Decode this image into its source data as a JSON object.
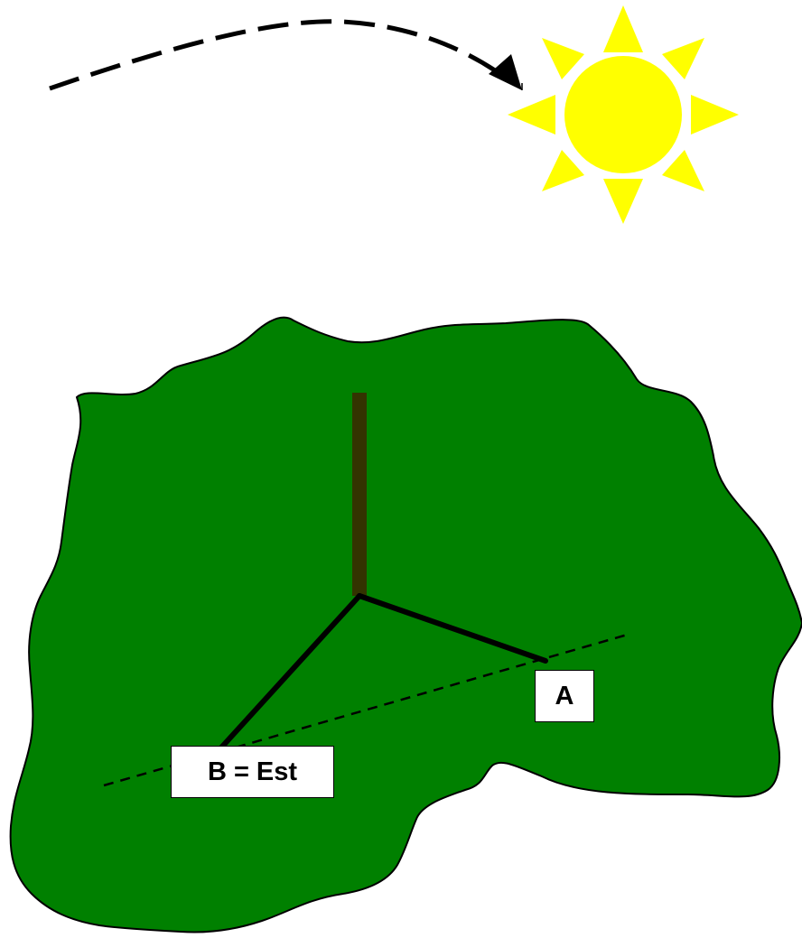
{
  "labels": {
    "point_a": "A",
    "point_b": "B = Est"
  },
  "icons": {
    "sun": "sun-icon",
    "arrow": "dashed-curved-arrow"
  },
  "colors": {
    "ground": "#008000",
    "stick": "#333300",
    "sun": "#ffff00",
    "line": "#000000",
    "label_bg": "#ffffff"
  }
}
